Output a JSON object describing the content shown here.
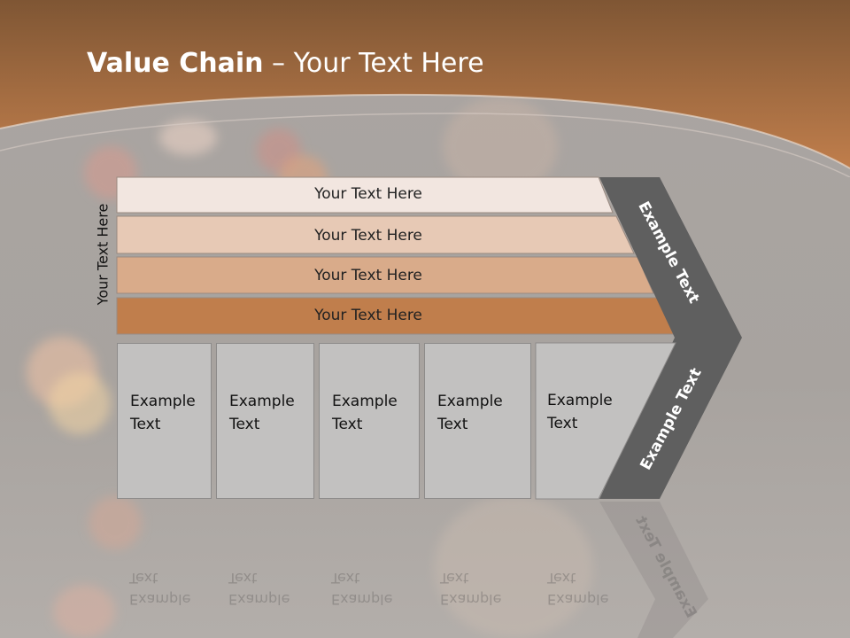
{
  "colors": {
    "header_top": "#7f5634",
    "header_bottom": "#c07e4c",
    "bar1": "#f2e6e0",
    "bar2": "#e7c9b5",
    "bar3": "#d9ab8a",
    "bar4": "#c07e4c",
    "chevron": "#5f5f5f",
    "box": "#c2c1c0"
  },
  "title": {
    "bold": "Value Chain",
    "rest": " – Your Text Here"
  },
  "vertical_label": "Your Text Here",
  "bars": [
    {
      "text": "Your Text Here"
    },
    {
      "text": "Your Text Here"
    },
    {
      "text": "Your Text Here"
    },
    {
      "text": "Your Text Here"
    }
  ],
  "boxes": [
    {
      "text": "Example\nText"
    },
    {
      "text": "Example\nText"
    },
    {
      "text": "Example\nText"
    },
    {
      "text": "Example\nText"
    },
    {
      "text": "Example\nText"
    }
  ],
  "chevron": {
    "upper": "Example Text",
    "lower": "Example Text"
  }
}
